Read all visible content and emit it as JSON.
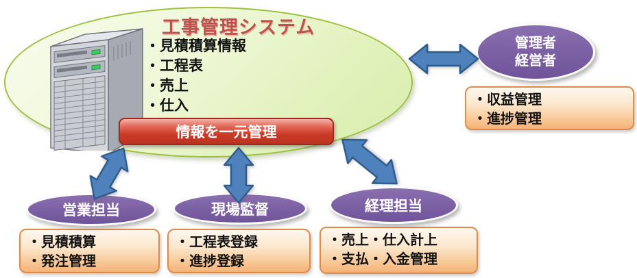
{
  "diagram": {
    "system": {
      "title": "工事管理システム",
      "features": [
        "・見積積算情報",
        "・工程表",
        "・売上",
        "・仕入"
      ],
      "banner": "情報を一元管理"
    },
    "roles": {
      "manager": {
        "name_line1": "管理者",
        "name_line2": "経営者",
        "tasks": [
          "・収益管理",
          "・進捗管理"
        ]
      },
      "sales": {
        "name": "営業担当",
        "tasks": [
          "・見積積算",
          "・発注管理"
        ]
      },
      "site": {
        "name": "現場監督",
        "tasks": [
          "・工程表登録",
          "・進捗登録"
        ]
      },
      "accounting": {
        "name": "経理担当",
        "tasks": [
          "・売上・仕入計上",
          "・支払・入金管理"
        ]
      }
    },
    "icons": {
      "server": "tower-server",
      "connector": "double-headed-arrow"
    },
    "colors": {
      "ellipse_fill": "#E2F2BE",
      "ellipse_border": "#9CC13E",
      "title_red": "#C0504D",
      "banner_red": "#C93A27",
      "role_purple": "#7B5FA3",
      "task_orange_border": "#E08A4A",
      "task_orange_fill": "#F8C794",
      "arrow_blue": "#4F81BD",
      "arrow_blue_border": "#2E5C8A"
    }
  }
}
